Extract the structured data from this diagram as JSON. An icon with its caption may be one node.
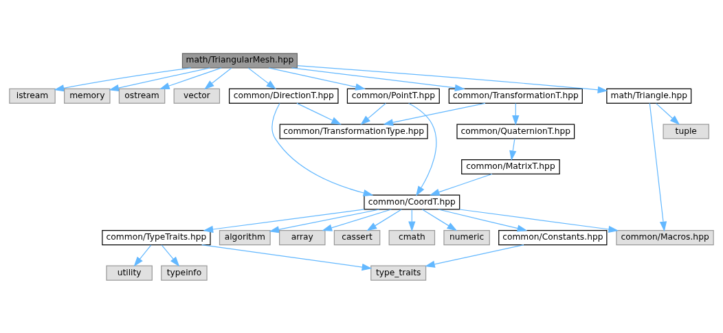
{
  "diagram": {
    "nodes": [
      {
        "text": [
          "math/TriangularMesh.hpp"
        ]
      },
      {
        "text": [
          "istream"
        ]
      },
      {
        "text": [
          "memory"
        ]
      },
      {
        "text": [
          "ostream"
        ]
      },
      {
        "text": [
          "vector"
        ]
      },
      {
        "text": [
          "common/DirectionT.hpp"
        ]
      },
      {
        "text": [
          "common/PointT.hpp"
        ]
      },
      {
        "text": [
          "common/TransformationT.hpp"
        ]
      },
      {
        "text": [
          "math/Triangle.hpp"
        ]
      },
      {
        "text": [
          "common/TransformationType.hpp"
        ]
      },
      {
        "text": [
          "common/QuaternionT.hpp"
        ]
      },
      {
        "text": [
          "tuple"
        ]
      },
      {
        "text": [
          "common/MatrixT.hpp"
        ]
      },
      {
        "text": [
          "common/CoordT.hpp"
        ]
      },
      {
        "text": [
          "cmath"
        ]
      },
      {
        "text": [
          "numeric"
        ]
      },
      {
        "text": [
          "common/Constants.hpp"
        ]
      },
      {
        "text": [
          "common/TypeTraits.hpp"
        ]
      },
      {
        "text": [
          "algorithm"
        ]
      },
      {
        "text": [
          "array"
        ]
      },
      {
        "text": [
          "cassert"
        ]
      },
      {
        "text": [
          "common/Macros.hpp"
        ]
      },
      {
        "text": [
          "type_traits"
        ]
      },
      {
        "text": [
          "utility"
        ]
      },
      {
        "text": [
          "typeinfo"
        ]
      }
    ],
    "edges": [
      {
        "from": 0,
        "to": 1,
        "arrow": "to"
      },
      {
        "from": 0,
        "to": 2,
        "arrow": "to"
      },
      {
        "from": 0,
        "to": 3,
        "arrow": "to"
      },
      {
        "from": 0,
        "to": 4,
        "arrow": "to"
      },
      {
        "from": 0,
        "to": 5,
        "arrow": "to"
      },
      {
        "from": 0,
        "to": 6,
        "arrow": "to"
      },
      {
        "from": 0,
        "to": 7,
        "arrow": "to"
      },
      {
        "from": 0,
        "to": 8,
        "arrow": "to"
      },
      {
        "from": 5,
        "to": 9,
        "arrow": "to"
      },
      {
        "from": 5,
        "to": 13,
        "arrow": "to"
      },
      {
        "from": 6,
        "to": 9,
        "arrow": "to"
      },
      {
        "from": 6,
        "to": 13,
        "arrow": "to"
      },
      {
        "from": 7,
        "to": 9,
        "arrow": "to"
      },
      {
        "from": 7,
        "to": 10,
        "arrow": "to"
      },
      {
        "from": 8,
        "to": 21,
        "arrow": "to"
      },
      {
        "from": 8,
        "to": 11,
        "arrow": "to"
      },
      {
        "from": 10,
        "to": 12,
        "arrow": "to"
      },
      {
        "from": 12,
        "to": 13,
        "arrow": "to"
      },
      {
        "from": 13,
        "to": 14,
        "arrow": "to"
      },
      {
        "from": 13,
        "to": 15,
        "arrow": "to"
      },
      {
        "from": 13,
        "to": 16,
        "arrow": "to"
      },
      {
        "from": 13,
        "to": 17,
        "arrow": "to"
      },
      {
        "from": 13,
        "to": 18,
        "arrow": "to"
      },
      {
        "from": 13,
        "to": 19,
        "arrow": "to"
      },
      {
        "from": 13,
        "to": 20,
        "arrow": "to"
      },
      {
        "from": 13,
        "to": 21,
        "arrow": "to"
      },
      {
        "from": 16,
        "to": 22,
        "arrow": "to"
      },
      {
        "from": 17,
        "to": 22,
        "arrow": "to"
      },
      {
        "from": 17,
        "to": 23,
        "arrow": "to"
      },
      {
        "from": 17,
        "to": 24,
        "arrow": "to"
      }
    ]
  }
}
